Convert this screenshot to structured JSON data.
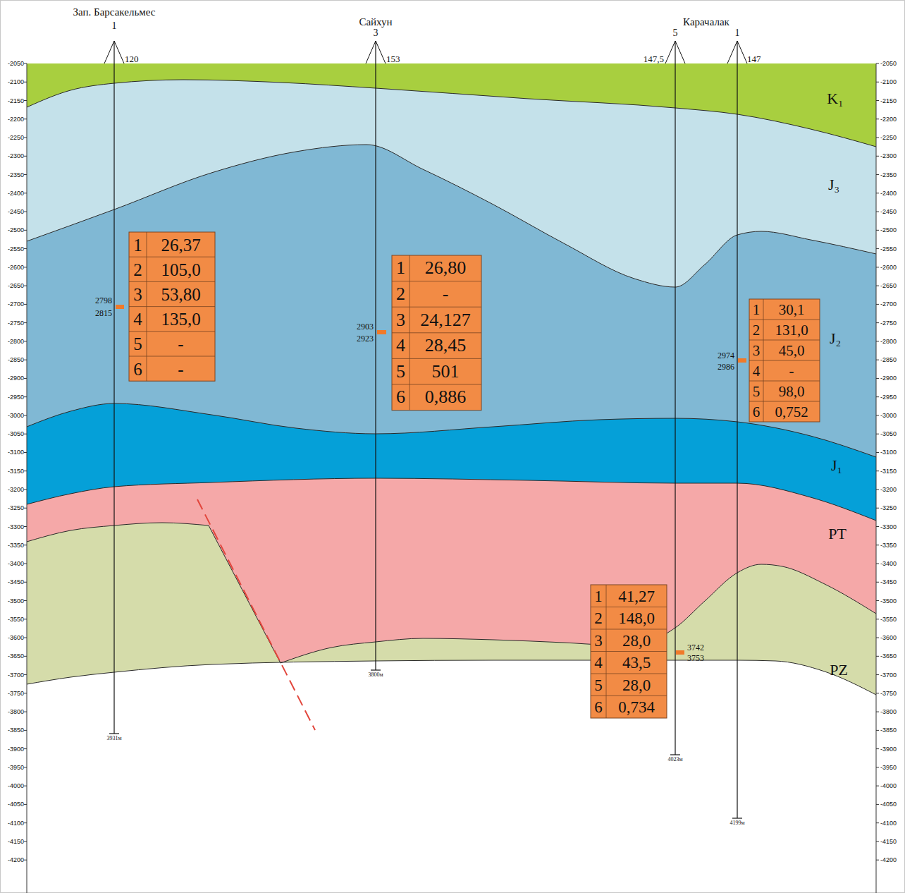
{
  "diagram": {
    "labels": [
      "Зап. Барсакельмес",
      "1",
      "120",
      "Сайхун",
      "3",
      "153",
      "Карачалак",
      "5",
      "147,5",
      "1",
      "147",
      "K₁",
      "J₃",
      "J₂",
      "J₁",
      "PT",
      "PZ",
      "1",
      "26,37",
      "2",
      "105,0",
      "3",
      "53,80",
      "4",
      "135,0",
      "5",
      "-",
      "6",
      "-",
      "2798",
      "2815",
      "1",
      "26,80",
      "2",
      "-",
      "3",
      "24,127",
      "4",
      "28,45",
      "5",
      "501",
      "6",
      "0,886",
      "2903",
      "2923",
      "1",
      "30,1",
      "2",
      "131,0",
      "3",
      "45,0",
      "4",
      "-",
      "5",
      "98,0",
      "6",
      "0,752",
      "2974",
      "2986",
      "1",
      "41,27",
      "2",
      "148,0",
      "3",
      "28,0",
      "4",
      "43,5",
      "5",
      "28,0",
      "6",
      "0,734",
      "3742",
      "3753",
      "3931м",
      "3800м",
      "4023м",
      "4199м",
      "-2050",
      "-2100",
      "-2150",
      "-2200",
      "-2250",
      "-2300",
      "-2350",
      "-2400",
      "-2450",
      "-2500",
      "-2550",
      "-2600",
      "-2650",
      "-2700",
      "-2750",
      "-2800",
      "-2850",
      "-2900",
      "-2950",
      "-3000",
      "-3050",
      "-3100",
      "-3150",
      "-3200",
      "-3250",
      "-3300",
      "-3350",
      "-3400",
      "-3450",
      "-3500",
      "-3550",
      "-3600",
      "-3650",
      "-3700",
      "-3750",
      "-3800",
      "-3850",
      "-3900",
      "-3950",
      "-4000",
      "-4050",
      "-4100",
      "-4150",
      "-4200",
      "-2050",
      "-2100",
      "-2150",
      "-2200",
      "-2250",
      "-2300",
      "-2350",
      "-2400",
      "-2450",
      "-2500",
      "-2550",
      "-2600",
      "-2650",
      "-2700",
      "-2750",
      "-2800",
      "-2850",
      "-2900",
      "-2950",
      "-3000",
      "-3050",
      "-3100",
      "-3150",
      "-3200",
      "-3250",
      "-3300",
      "-3350",
      "-3400",
      "-3450",
      "-3500",
      "-3550",
      "-3600",
      "-3650",
      "-3700",
      "-3750",
      "-3800",
      "-3850",
      "-3900",
      "-3950",
      "-4000",
      "-4050",
      "-4100",
      "-4150",
      "-4200"
    ]
  }
}
